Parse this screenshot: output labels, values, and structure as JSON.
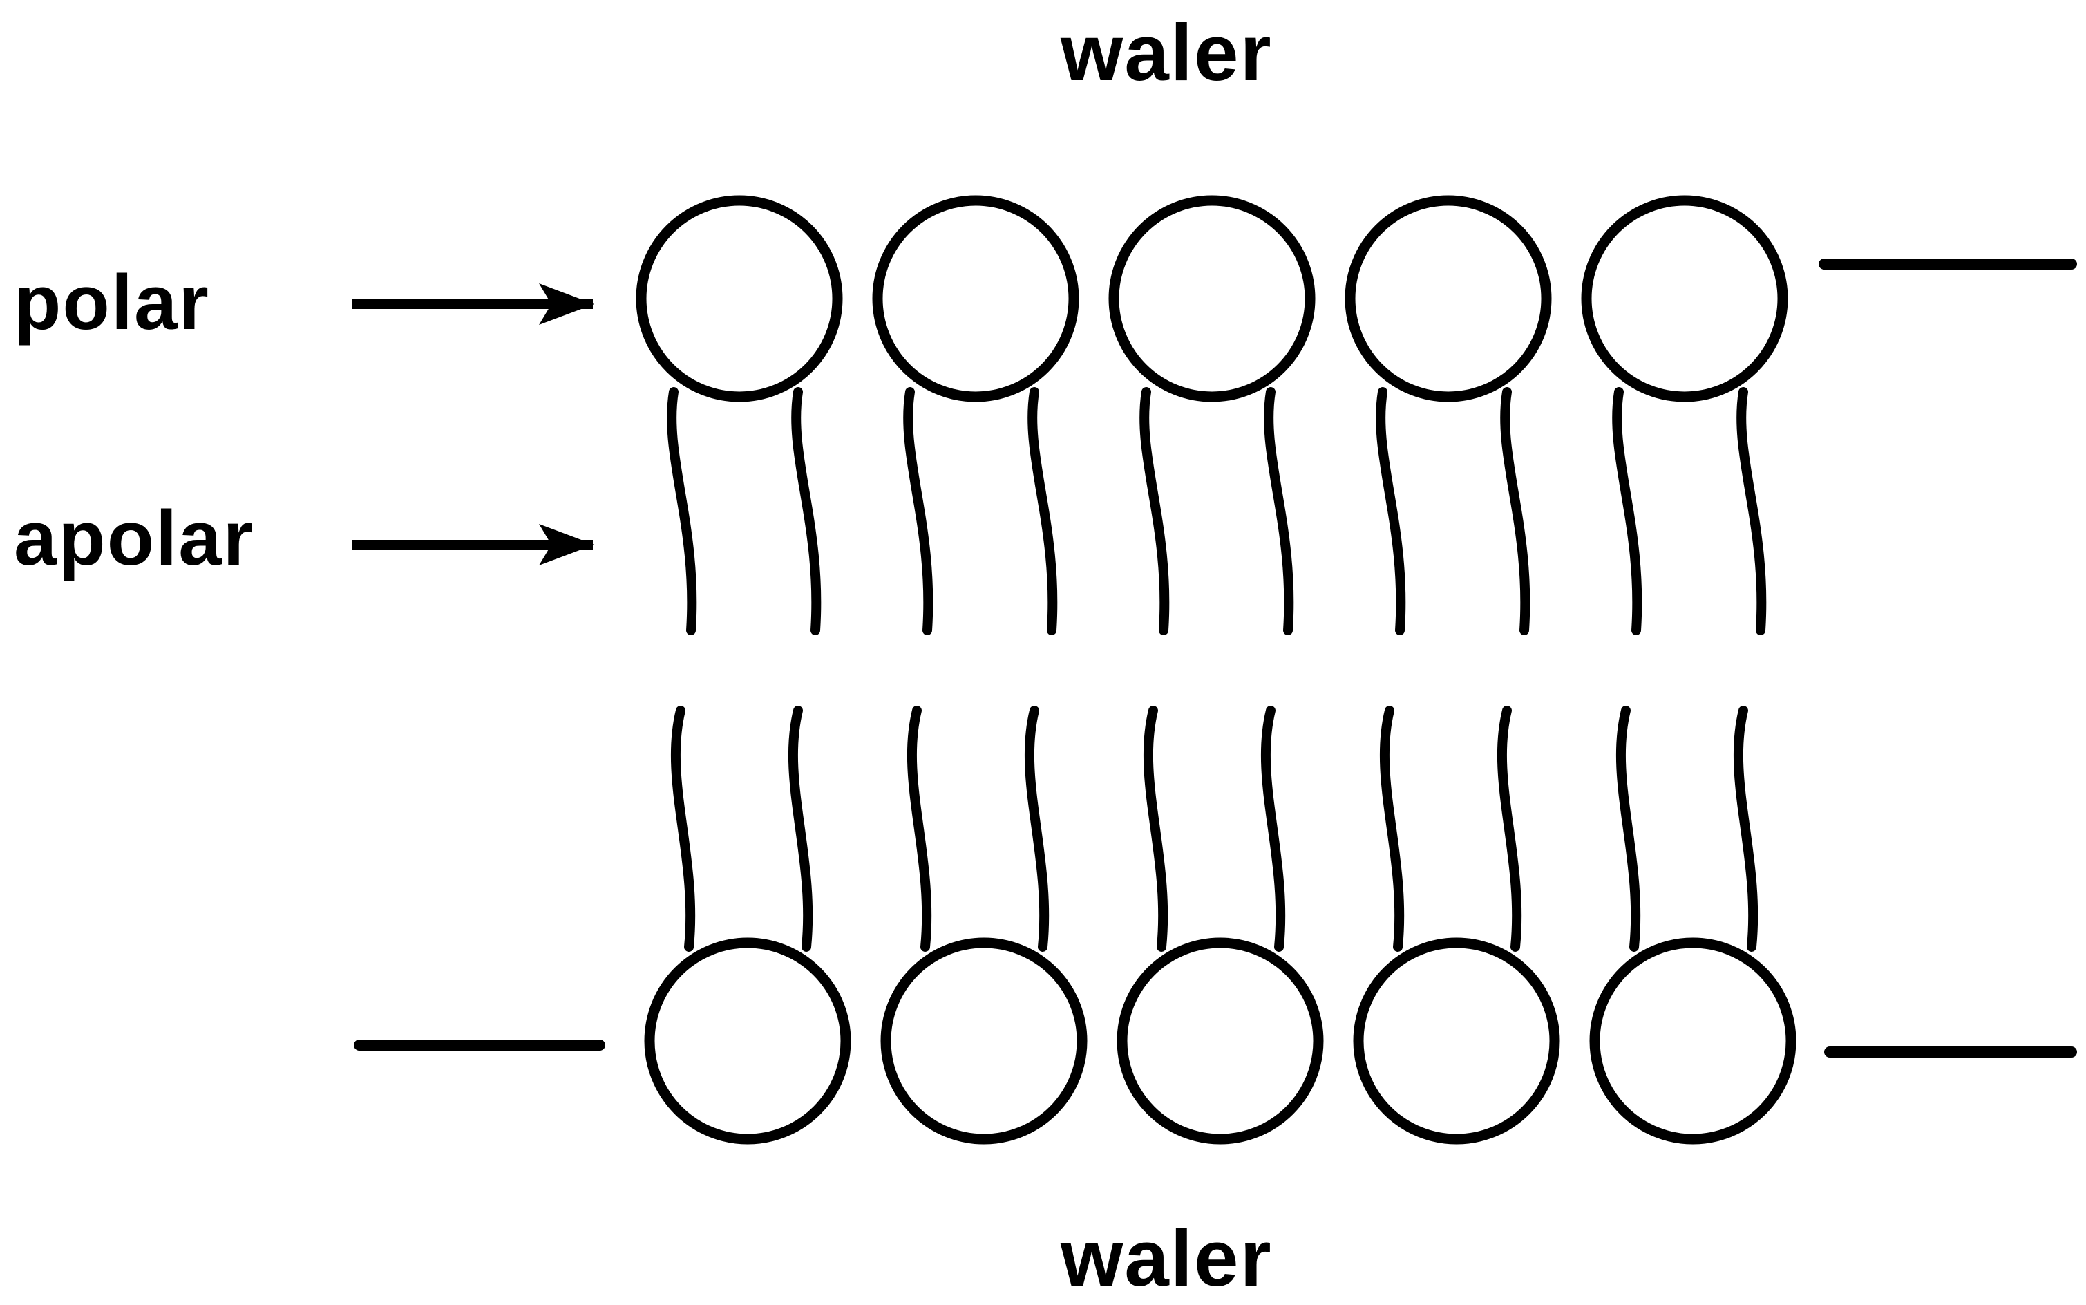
{
  "labels": {
    "water_top": "waler",
    "water_bottom": "waler",
    "polar": "polar",
    "apolar": "apolar"
  },
  "diagram": {
    "upper_leaflet_lipids": 5,
    "lower_leaflet_lipids": 5,
    "ink_color": "#000000",
    "background_color": "#ffffff"
  }
}
